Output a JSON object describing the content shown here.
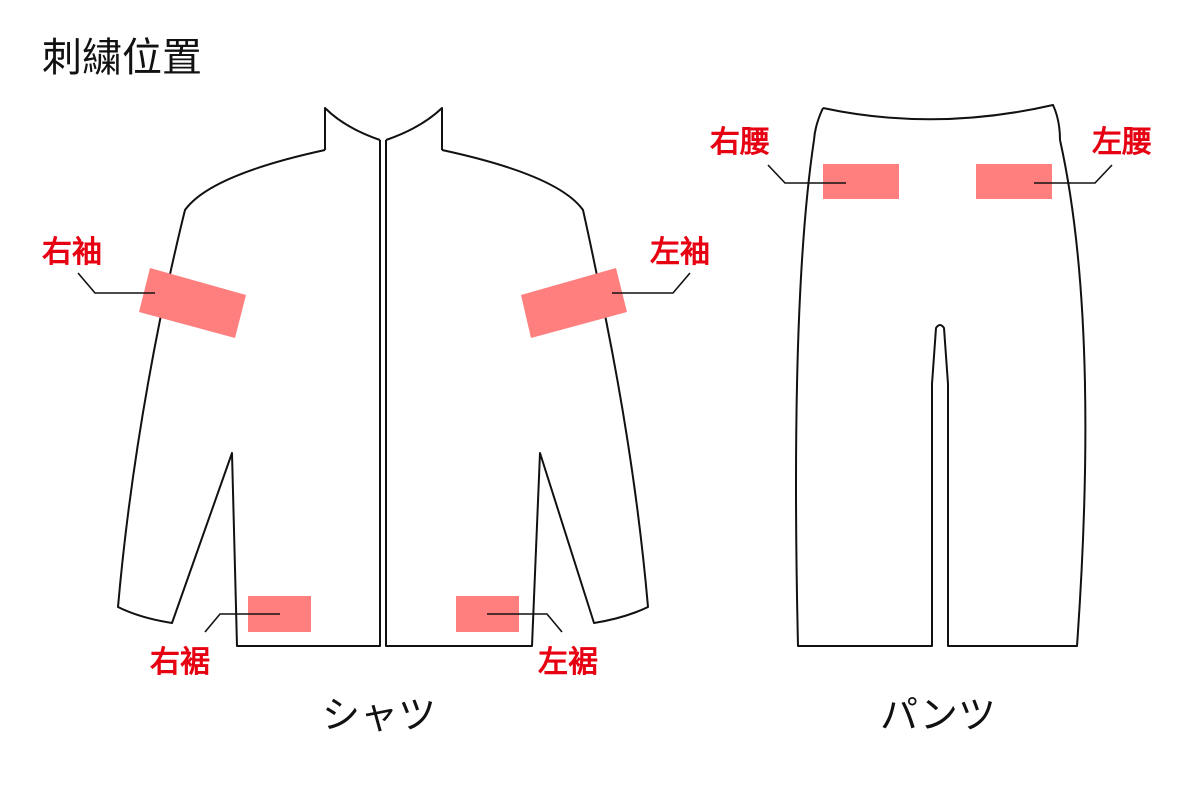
{
  "title": "刺繍位置",
  "colors": {
    "outline": "#111111",
    "label": "#e60012",
    "marker": "#ff7f7f"
  },
  "shirt": {
    "caption": "シャツ",
    "positions": {
      "right_sleeve": "右袖",
      "left_sleeve": "左袖",
      "right_hem": "右裾",
      "left_hem": "左裾"
    }
  },
  "pants": {
    "caption": "パンツ",
    "positions": {
      "right_waist": "右腰",
      "left_waist": "左腰"
    }
  }
}
